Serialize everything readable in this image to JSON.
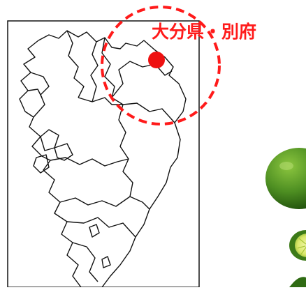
{
  "map": {
    "label": "大分県・別府",
    "region_icon": "kyushu-map-outline",
    "fruit_icon": "kabosu-citrus-fruit"
  },
  "colors": {
    "accent": "#ff1a1a",
    "marker": "#ee1111",
    "outline": "#111111",
    "fruit_dark": "#2f6b13",
    "fruit_light": "#6aa82f"
  }
}
